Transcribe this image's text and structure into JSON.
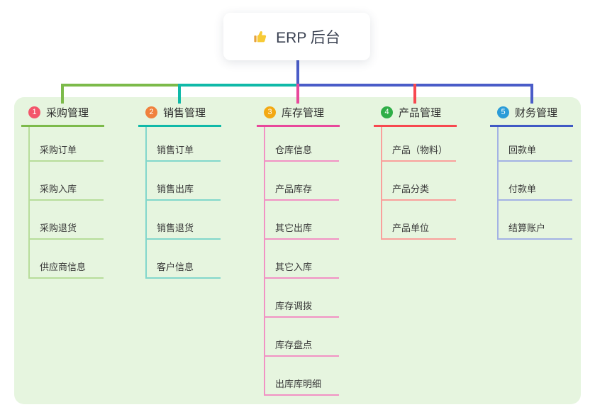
{
  "root": {
    "title": "ERP 后台",
    "icon": "thumbs-up-icon"
  },
  "colors": {
    "panel_background": "#e6f5df",
    "root_connector": "#4a5cc8",
    "branch_1_line": "#7cba4a",
    "branch_1_light": "#b7dd9b",
    "branch_1_badge": "#f3566b",
    "branch_2_line": "#10b9a8",
    "branch_2_light": "#82d7cb",
    "branch_2_badge": "#f0813d",
    "branch_3_line": "#e8489b",
    "branch_3_light": "#f192c4",
    "branch_3_badge": "#f3a913",
    "branch_4_line": "#f7484f",
    "branch_4_light": "#f9a09c",
    "branch_4_badge": "#2fae47",
    "branch_5_line": "#4059c4",
    "branch_5_light": "#a3b2e4",
    "branch_5_badge": "#2b9cd8"
  },
  "branches": [
    {
      "index": "1",
      "title": "采购管理",
      "children": [
        "采购订单",
        "采购入库",
        "采购退货",
        "供应商信息"
      ]
    },
    {
      "index": "2",
      "title": "销售管理",
      "children": [
        "销售订单",
        "销售出库",
        "销售退货",
        "客户信息"
      ]
    },
    {
      "index": "3",
      "title": "库存管理",
      "children": [
        "仓库信息",
        "产品库存",
        "其它出库",
        "其它入库",
        "库存调拨",
        "库存盘点",
        "出库库明细"
      ]
    },
    {
      "index": "4",
      "title": "产品管理",
      "children": [
        "产品（物料）",
        "产品分类",
        "产品单位"
      ]
    },
    {
      "index": "5",
      "title": "财务管理",
      "children": [
        "回款单",
        "付款单",
        "结算账户"
      ]
    }
  ]
}
